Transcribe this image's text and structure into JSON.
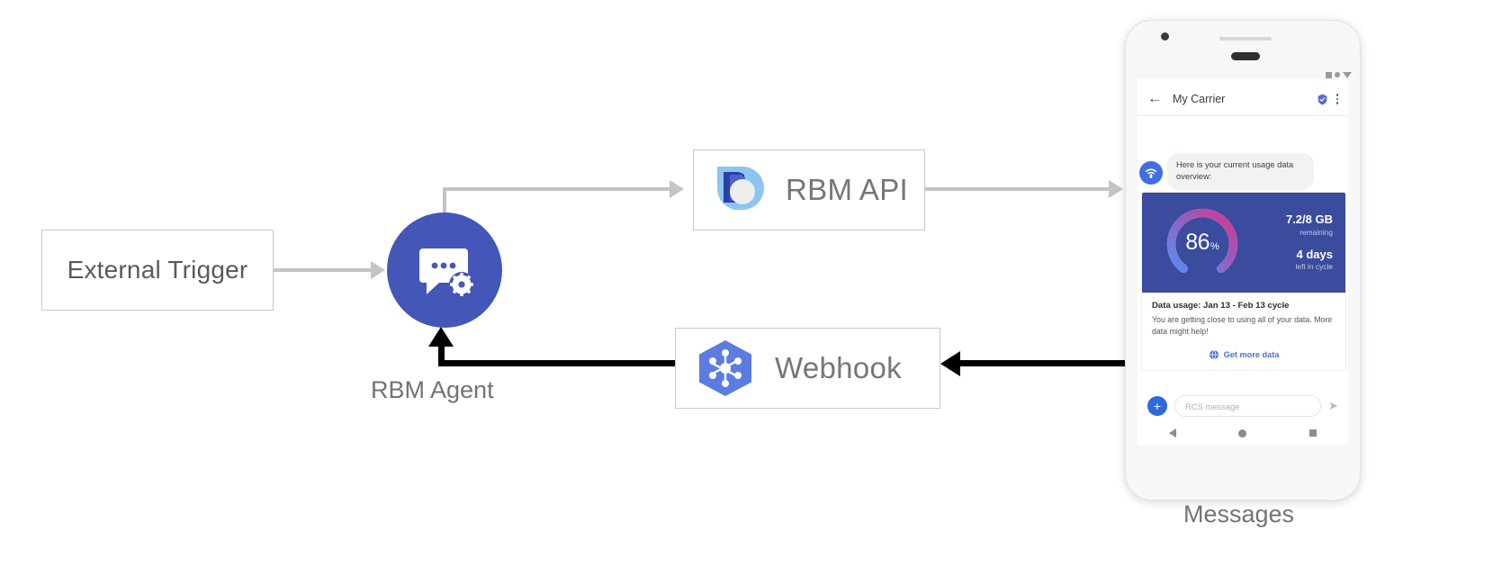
{
  "diagram": {
    "nodes": {
      "external_trigger": "External Trigger",
      "rbm_agent": "RBM Agent",
      "rbm_api": "RBM API",
      "webhook": "Webhook",
      "messages": "Messages"
    },
    "icons": {
      "rbm_agent": "chat-bubble-gear-icon",
      "rbm_api": "rbm-api-logo-icon",
      "webhook": "cloud-functions-hexagon-icon"
    },
    "colors": {
      "agent_blue": "#4456b8",
      "webhook_blue": "#5b7ce0",
      "api_light_blue": "#8ec5f0",
      "arrow_grey": "#c4c4c4",
      "arrow_black": "#000000",
      "box_border": "#c9c9c9",
      "label_grey": "#737373"
    }
  },
  "phone": {
    "appbar": {
      "back_icon": "arrow-left-icon",
      "title": "My Carrier",
      "verified_icon": "verified-badge-icon",
      "menu_icon": "overflow-menu-icon"
    },
    "statusbar_icons": [
      "signal-icon",
      "wifi-icon",
      "battery-icon"
    ],
    "message": {
      "avatar_icon": "carrier-agent-avatar-icon",
      "text": "Here is your current usage data overview:"
    },
    "card": {
      "gauge": {
        "value": "86",
        "unit": "%",
        "percent": 86
      },
      "stats": [
        {
          "value": "7.2/8 GB",
          "sub": "remaining"
        },
        {
          "value": "4 days",
          "sub": "left in cycle"
        }
      ],
      "title": "Data usage: Jan 13 - Feb 13 cycle",
      "description": "You are getting close to using all of your data. More data might help!",
      "action_label": "Get more data",
      "action_icon": "globe-icon",
      "media_bg": "#3b4b9e",
      "gauge_gradient": [
        "#5b8def",
        "#8f63c4",
        "#d6358c"
      ]
    },
    "composer": {
      "add_icon": "plus-icon",
      "placeholder": "RCS message",
      "send_icon": "send-icon"
    },
    "navbar_icons": [
      "nav-back-icon",
      "nav-home-icon",
      "nav-recents-icon"
    ]
  }
}
